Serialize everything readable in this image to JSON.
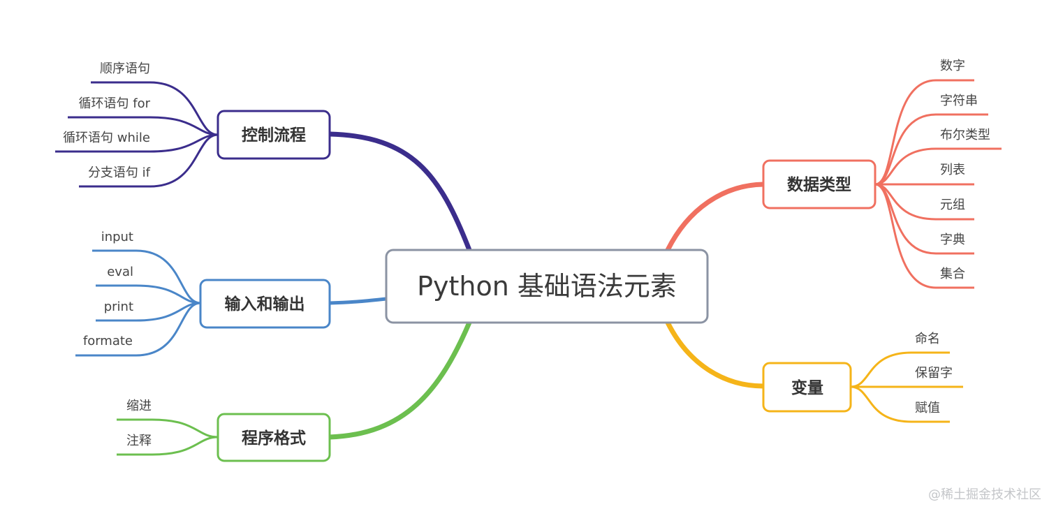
{
  "center": {
    "label": "Python 基础语法元素"
  },
  "branches": {
    "control": {
      "label": "控制流程",
      "color": "#3b2d8c",
      "leaves": [
        "顺序语句",
        "循环语句 for",
        "循环语句 while",
        "分支语句 if"
      ]
    },
    "io": {
      "label": "输入和输出",
      "color": "#4a86c8",
      "leaves": [
        "input",
        "eval",
        "print",
        "formate"
      ]
    },
    "format": {
      "label": "程序格式",
      "color": "#6cbf4f",
      "leaves": [
        "缩进",
        "注释"
      ]
    },
    "types": {
      "label": "数据类型",
      "color": "#f07060",
      "leaves": [
        "数字",
        "字符串",
        "布尔类型",
        "列表",
        "元组",
        "字典",
        "集合"
      ]
    },
    "vars": {
      "label": "变量",
      "color": "#f5b419",
      "leaves": [
        "命名",
        "保留字",
        "赋值"
      ]
    }
  },
  "watermark": "@稀土掘金技术社区"
}
